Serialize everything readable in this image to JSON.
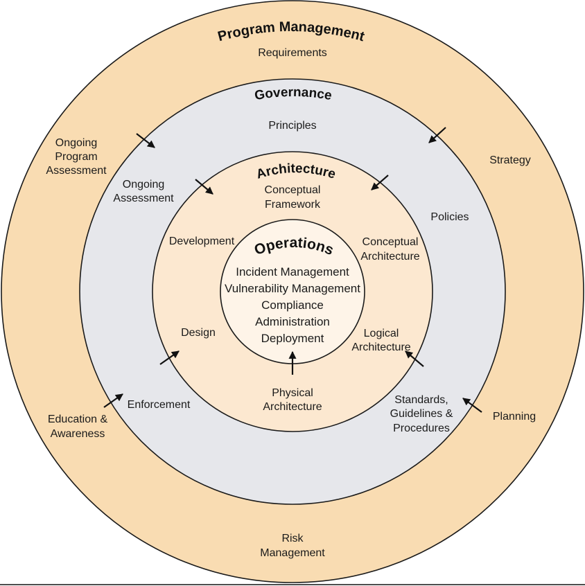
{
  "program_management": {
    "title": "Program Management",
    "requirements": "Requirements",
    "strategy": "Strategy",
    "planning": "Planning",
    "risk_management": [
      "Risk",
      "Management"
    ],
    "education_awareness": [
      "Education &",
      "Awareness"
    ],
    "ongoing_program_assessment": [
      "Ongoing",
      "Program",
      "Assessment"
    ]
  },
  "governance": {
    "title": "Governance",
    "principles": "Principles",
    "policies": "Policies",
    "standards_guidelines_procedures": [
      "Standards,",
      "Guidelines &",
      "Procedures"
    ],
    "enforcement": "Enforcement",
    "ongoing_assessment": [
      "Ongoing",
      "Assessment"
    ]
  },
  "architecture": {
    "title": "Architecture",
    "conceptual_framework": [
      "Conceptual",
      "Framework"
    ],
    "conceptual_architecture": [
      "Conceptual",
      "Architecture"
    ],
    "logical_architecture": [
      "Logical",
      "Architecture"
    ],
    "physical_architecture": [
      "Physical",
      "Architecture"
    ],
    "design": "Design",
    "development": "Development"
  },
  "operations": {
    "title": "Operations",
    "items": [
      "Incident Management",
      "Vulnerability Management",
      "Compliance",
      "Administration",
      "Deployment"
    ]
  },
  "colors": {
    "program_management_ring": "#f9dcb2",
    "governance_ring": "#e6e7eb",
    "architecture_ring": "#fce8d0",
    "operations_core": "#fef4e8"
  }
}
